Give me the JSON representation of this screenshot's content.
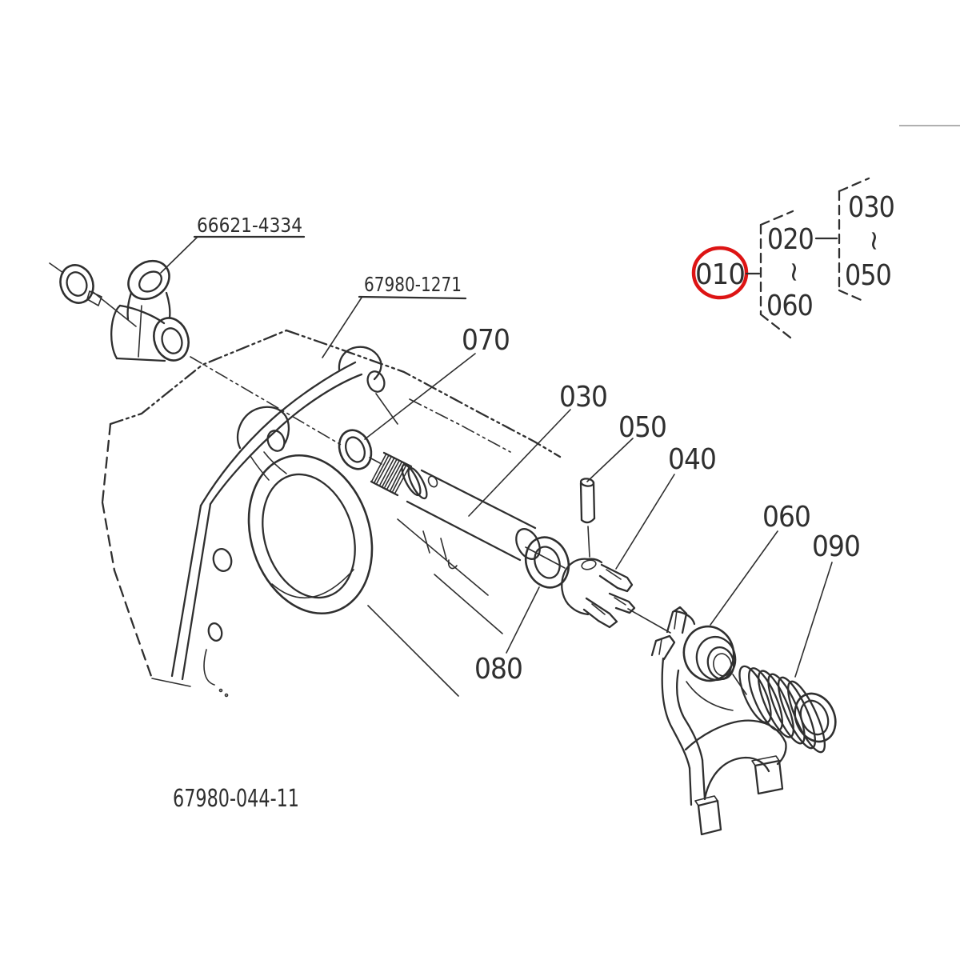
{
  "colors": {
    "ink": "#2f2f2f",
    "highlight": "#dd1414",
    "faint": "#b0b0b0",
    "bg": "#ffffff"
  },
  "diagram": {
    "drawing_number": "67980-044-11",
    "part_numbers": {
      "bracket": "66621-4334",
      "case": "67980-1271"
    },
    "callouts": {
      "c070": "070",
      "c030": "030",
      "c050": "050",
      "c040": "040",
      "c060": "060",
      "c090": "090",
      "c080": "080"
    },
    "reference_tree": {
      "selected": "010",
      "range_symbol": "~",
      "group1_first": "020",
      "group1_last": "060",
      "group2_first": "030",
      "group2_last": "050"
    }
  }
}
